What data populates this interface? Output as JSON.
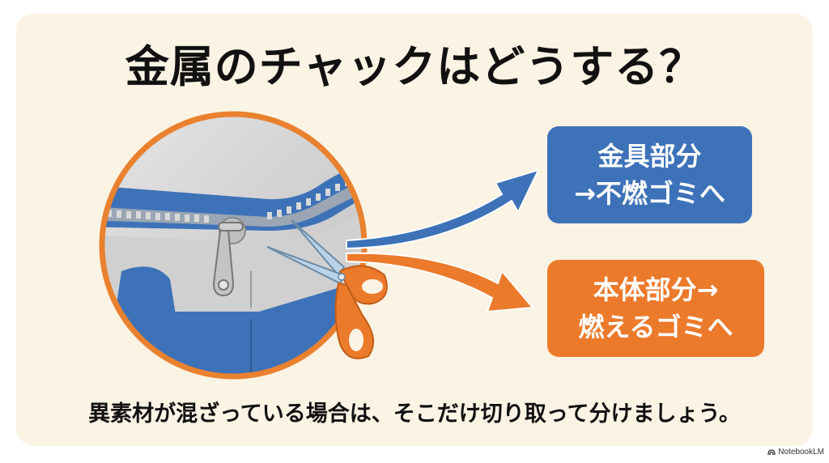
{
  "slide": {
    "title": "金属のチャックはどうする？",
    "blue_box": {
      "line1": "金具部分",
      "line2": "→不燃ゴミへ",
      "color": "#3d72b8"
    },
    "orange_box": {
      "line1": "本体部分→",
      "line2": "燃えるゴミへ",
      "color": "#ec7a2b"
    },
    "caption": "異素材が混ざっている場合は、そこだけ切り取って分けましょう。",
    "background": "#fbf3e4"
  },
  "branding": {
    "label": "NotebookLM",
    "icon": "notebooklm-logo-icon"
  }
}
